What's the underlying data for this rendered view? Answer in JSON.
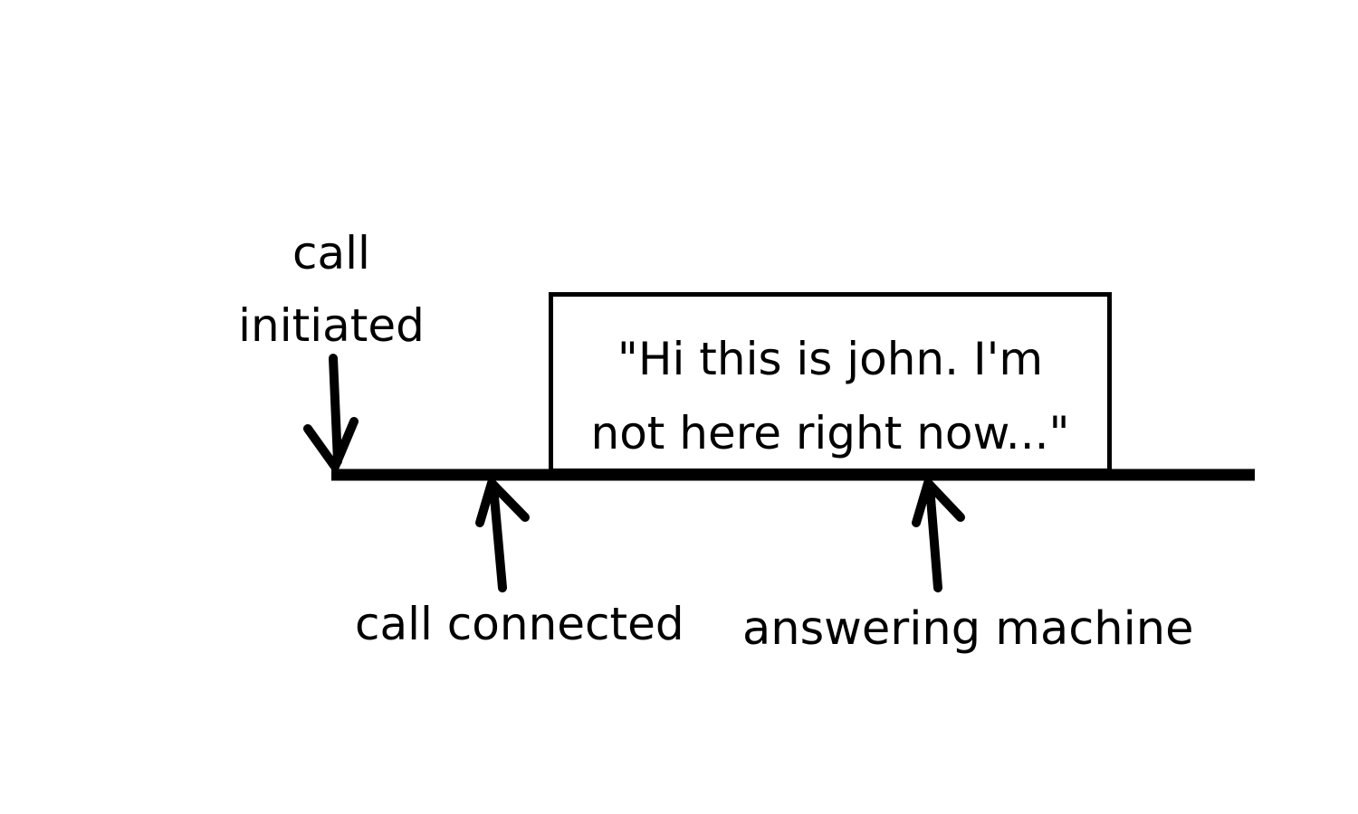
{
  "labels": {
    "call_initiated_line1": "call",
    "call_initiated_line2": "initiated",
    "call_connected": "call connected",
    "answering_machine": "answering machine"
  },
  "message": {
    "line1": "\"Hi this is john. I'm",
    "line2": "not here right now...\""
  },
  "colors": {
    "ink": "#000000",
    "background": "#ffffff"
  }
}
